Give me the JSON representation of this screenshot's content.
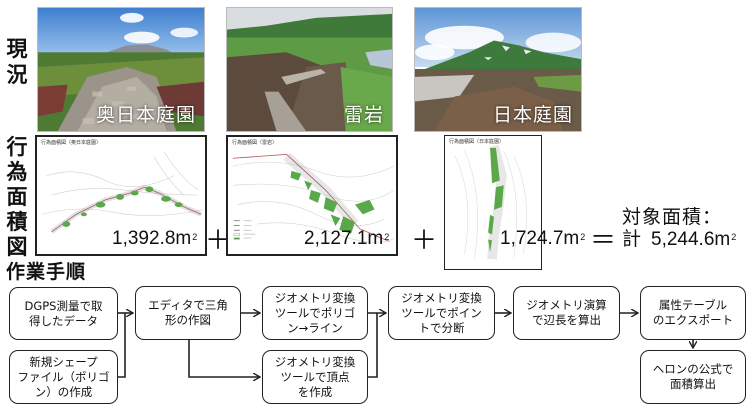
{
  "row_labels": {
    "current_state": "現況",
    "area_map": "行為面積図"
  },
  "photos": [
    {
      "caption": "奥日本庭園",
      "scene": "rocky-trail-with-mountains-photo"
    },
    {
      "caption": "雷岩",
      "scene": "wooden-boardwalk-photo"
    },
    {
      "caption": "日本庭園",
      "scene": "mountain-and-eroded-ground-photo"
    }
  ],
  "maps": [
    {
      "title": "行為面積図（奥日本庭園）",
      "area": "1,392.8",
      "unit": "m",
      "unit_sup": "2"
    },
    {
      "title": "行為面積図（雷岩）",
      "area": "2,127.1",
      "unit": "m",
      "unit_sup": "2"
    },
    {
      "title": "行為面積図（日本庭園）",
      "area": "1,724.7",
      "unit": "m",
      "unit_sup": "2"
    }
  ],
  "operators": {
    "plus": "＋",
    "equals": "＝"
  },
  "total": {
    "label": "対象面積：",
    "prefix": "計",
    "value": "5,244.6",
    "unit": "m",
    "unit_sup": "2"
  },
  "workflow": {
    "title": "作業手順",
    "steps": [
      {
        "id": "dgps",
        "label": "DGPS測量で取\n得したデータ"
      },
      {
        "id": "new-shapefile",
        "label": "新規シェープ\nファイル（ポリゴ\nン）の作成"
      },
      {
        "id": "editor-triangle",
        "label": "エディタで三角\n形の作図"
      },
      {
        "id": "polygon-to-line",
        "label": "ジオメトリ変換\nツールでポリゴ\nン→ライン"
      },
      {
        "id": "create-vertices",
        "label": "ジオメトリ変換\nツールで頂点\nを作成"
      },
      {
        "id": "split-by-point",
        "label": "ジオメトリ変換\nツールでポイン\nトで分断"
      },
      {
        "id": "edge-length",
        "label": "ジオメトリ演算\nで辺長を算出"
      },
      {
        "id": "export-table",
        "label": "属性テーブル\nのエクスポート"
      },
      {
        "id": "heron-area",
        "label": "ヘロンの公式で\n面積算出"
      }
    ]
  },
  "colors": {
    "vegetation_green": "#5aa84a",
    "border": "#222222",
    "text": "#111111",
    "caption_text": "#ffffff"
  }
}
